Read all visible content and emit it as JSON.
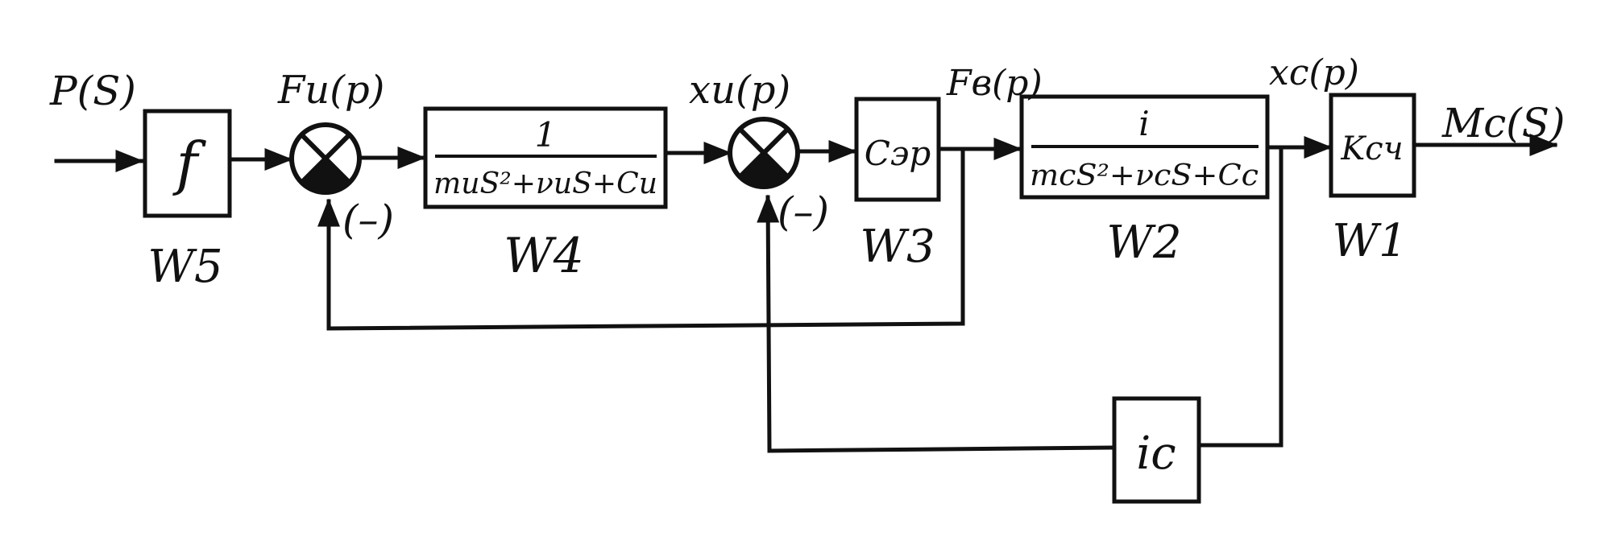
{
  "input_signal": "P(S)",
  "output_signal": "Mc(S)",
  "signals": {
    "fu": "Fu(p)",
    "xu": "xu(p)",
    "fb": "Fв(p)",
    "xc": "xc(p)"
  },
  "sign_1": "(–)",
  "sign_2": "(–)",
  "blocks": {
    "w5": {
      "content": "f",
      "label": "W5"
    },
    "w4": {
      "numerator": "1",
      "denominator": "muS²+νuS+Cu",
      "label": "W4"
    },
    "w3": {
      "content": "Cэр",
      "label": "W3"
    },
    "w2": {
      "numerator": "i",
      "denominator": "mcS²+νcS+Cc",
      "label": "W2"
    },
    "w1": {
      "content": "Kсч",
      "label": "W1"
    },
    "ic": {
      "content": "ic"
    }
  }
}
